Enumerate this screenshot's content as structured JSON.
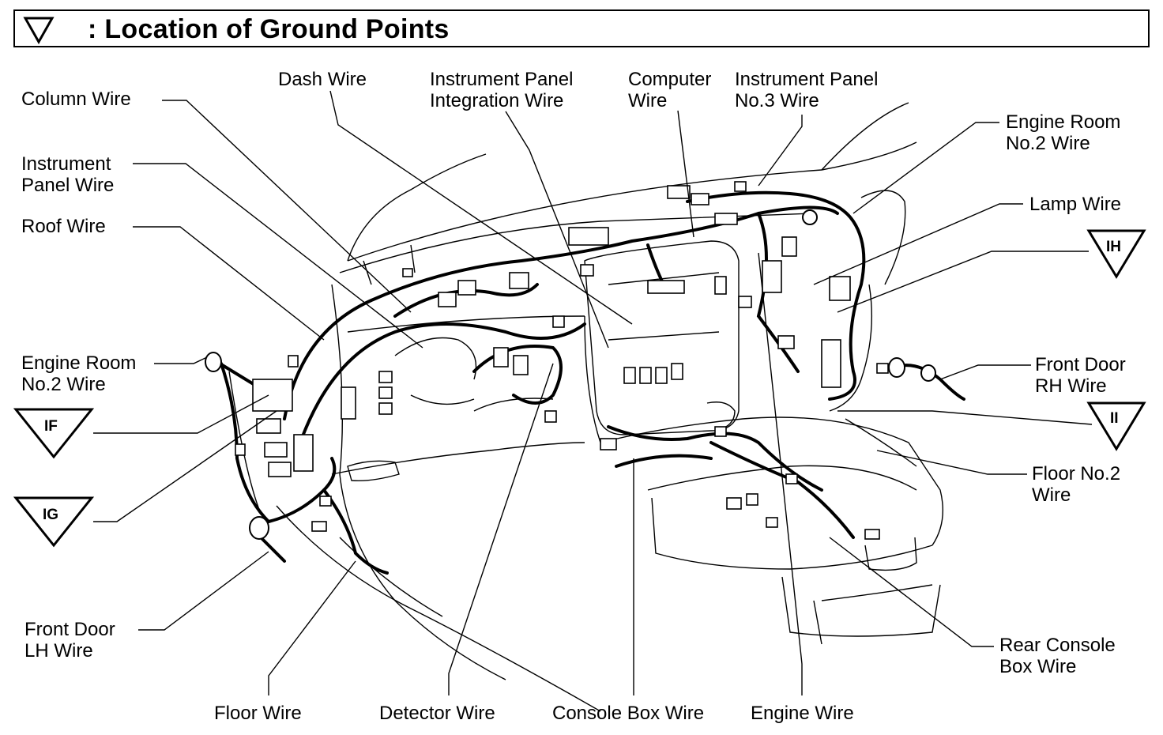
{
  "title": {
    "icon": "ground-triangle-icon",
    "text": ": Location of Ground Points"
  },
  "labels": {
    "column_wire": "Column Wire",
    "instrument_panel_wire": [
      "Instrument",
      "Panel Wire"
    ],
    "roof_wire": "Roof Wire",
    "engine_room_no2_left": [
      "Engine Room",
      "No.2 Wire"
    ],
    "front_door_lh": [
      "Front Door",
      "LH Wire"
    ],
    "floor_wire": "Floor Wire",
    "detector_wire": "Detector Wire",
    "console_box_wire": "Console Box Wire",
    "engine_wire": "Engine Wire",
    "dash_wire": "Dash Wire",
    "instrument_panel_integration_wire": [
      "Instrument Panel",
      "Integration Wire"
    ],
    "computer_wire": [
      "Computer",
      "Wire"
    ],
    "instrument_panel_no3_wire": [
      "Instrument Panel",
      "No.3 Wire"
    ],
    "engine_room_no2_right": [
      "Engine Room",
      "No.2 Wire"
    ],
    "lamp_wire": "Lamp Wire",
    "front_door_rh": [
      "Front Door",
      "RH Wire"
    ],
    "floor_no2_wire": [
      "Floor No.2",
      "Wire"
    ],
    "rear_console_box_wire": [
      "Rear Console",
      "Box Wire"
    ]
  },
  "ground_points": [
    {
      "code": "IF",
      "icon": "ground-point-triangle-icon"
    },
    {
      "code": "IG",
      "icon": "ground-point-triangle-icon"
    },
    {
      "code": "IH",
      "icon": "ground-point-triangle-icon"
    },
    {
      "code": "II",
      "icon": "ground-point-triangle-icon"
    }
  ],
  "colors": {
    "line": "#000000",
    "background": "#ffffff"
  }
}
